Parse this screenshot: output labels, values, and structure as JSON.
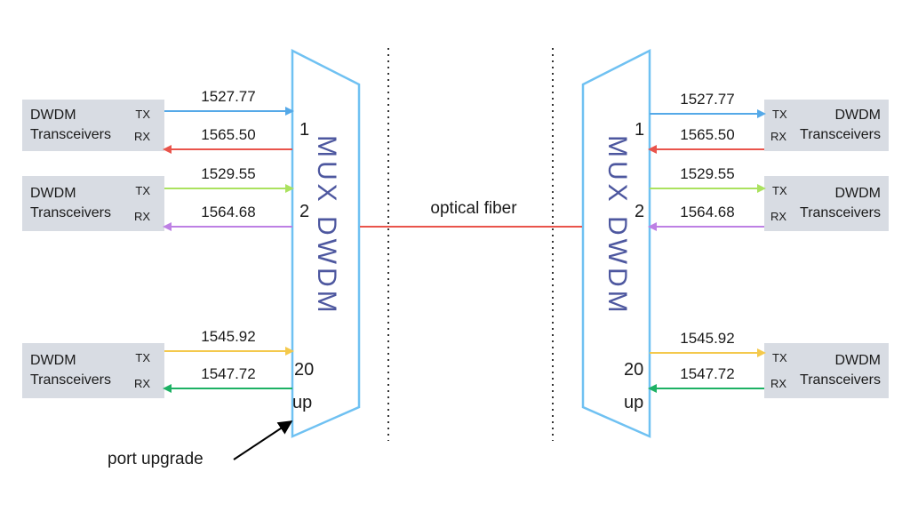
{
  "labels": {
    "device_line1": "DWDM",
    "device_line2": "Transceivers",
    "tx": "TX",
    "rx": "RX",
    "mux": "MUX DWDM",
    "optical_fiber": "optical fiber",
    "port_upgrade": "port upgrade",
    "port1": "1",
    "port2": "2",
    "port20": "20",
    "up": "up"
  },
  "channels": {
    "ch1": {
      "tx_wavelength": "1527.77",
      "rx_wavelength": "1565.50"
    },
    "ch2": {
      "tx_wavelength": "1529.55",
      "rx_wavelength": "1564.68"
    },
    "ch20": {
      "tx_wavelength": "1545.92",
      "rx_wavelength": "1547.72"
    }
  },
  "colors": {
    "ch1_tx": "#55a9e8",
    "ch1_rx": "#e9544b",
    "ch2_tx": "#abe25f",
    "ch2_rx": "#bd80e4",
    "ch20_tx": "#f4c94c",
    "ch20_rx": "#1db164",
    "fiber": "#e9544b",
    "mux_stroke": "#6fc1f2",
    "mux_text": "#4d579f",
    "box_fill": "#d8dce3",
    "dotted_line": "#333333",
    "annotation": "#000000"
  }
}
